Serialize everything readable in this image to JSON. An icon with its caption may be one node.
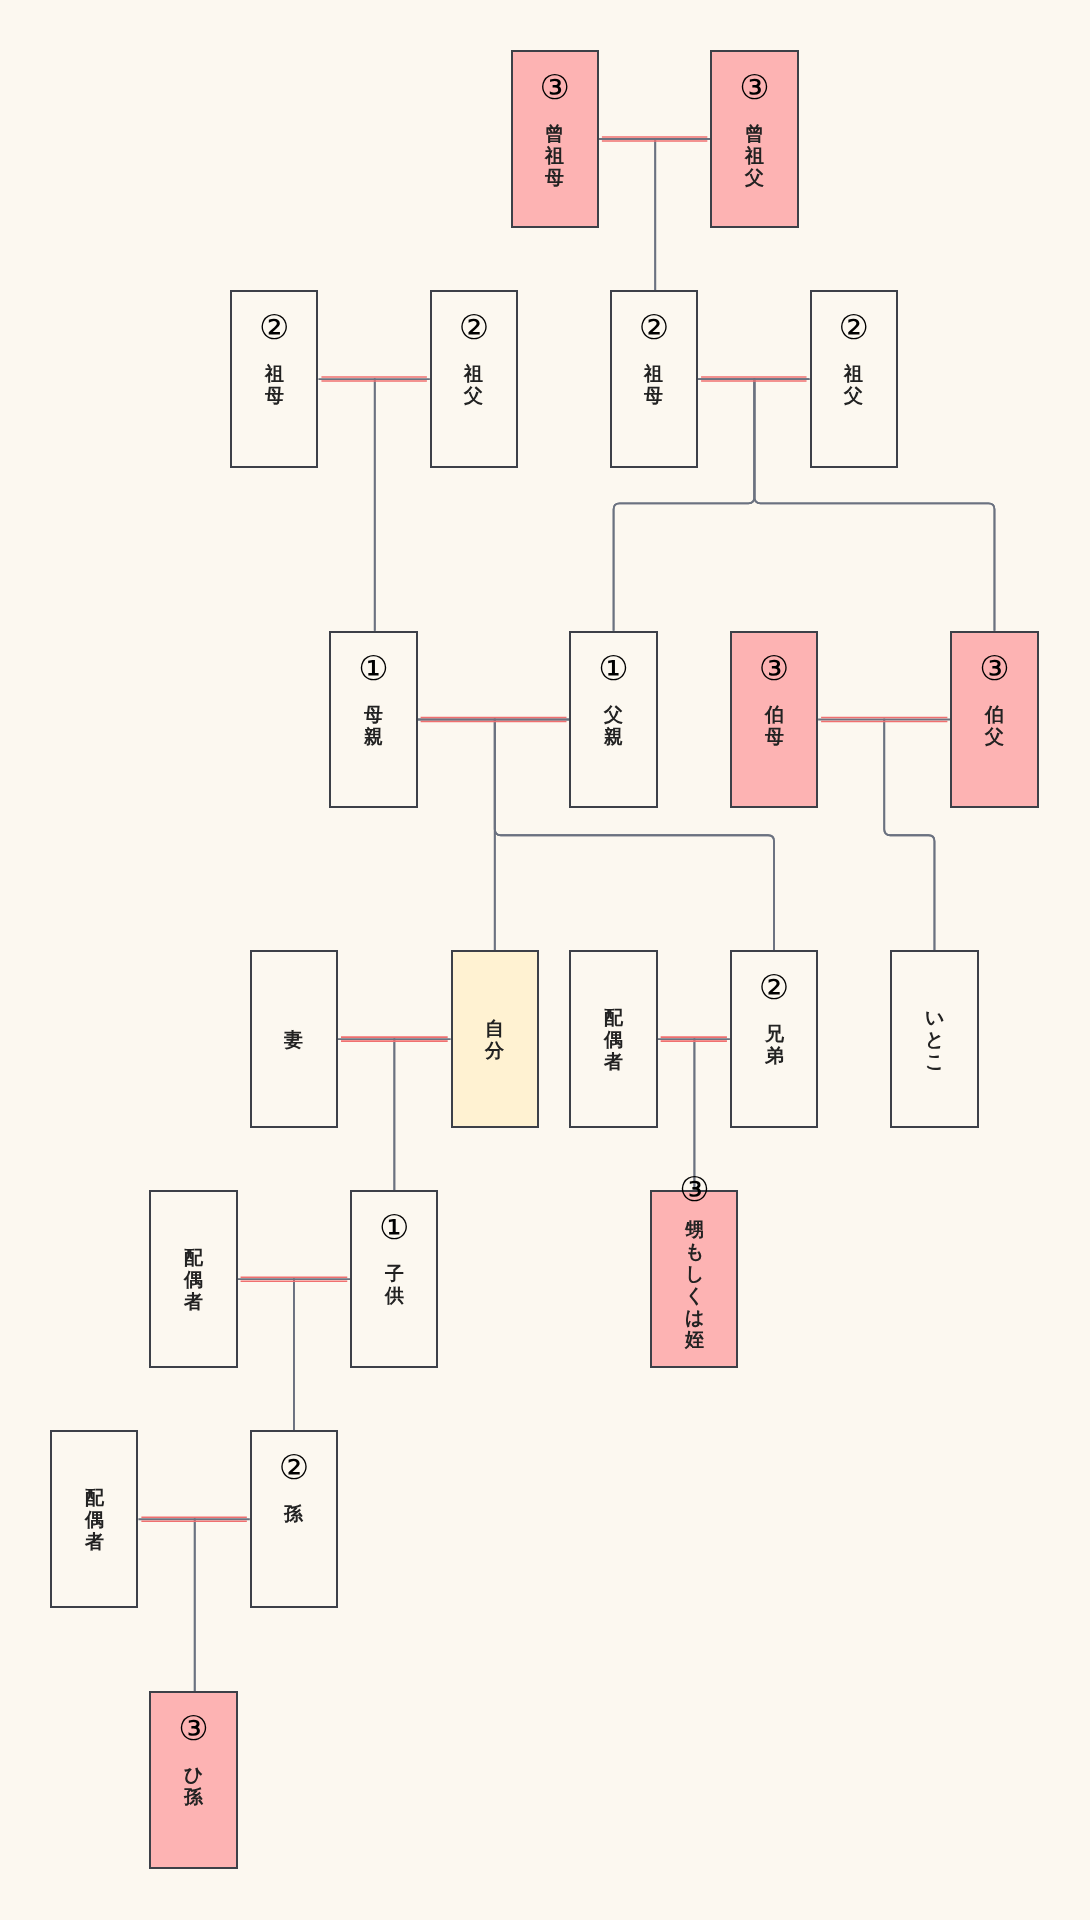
{
  "diagram": {
    "nodes": [
      {
        "text": [
          "③",
          "曾祖母"
        ]
      },
      {
        "text": [
          "③",
          "曾祖父"
        ]
      },
      {
        "text": [
          "②",
          "祖母"
        ]
      },
      {
        "text": [
          "②",
          "祖父"
        ]
      },
      {
        "text": [
          "②",
          "祖母"
        ]
      },
      {
        "text": [
          "②",
          "祖父"
        ]
      },
      {
        "text": [
          "①",
          "母親"
        ]
      },
      {
        "text": [
          "①",
          "父親"
        ]
      },
      {
        "text": [
          "③",
          "伯母"
        ]
      },
      {
        "text": [
          "③",
          "伯父"
        ]
      },
      {
        "text": [
          "妻"
        ]
      },
      {
        "text": [
          "自分"
        ]
      },
      {
        "text": [
          "配偶者"
        ]
      },
      {
        "text": [
          "②",
          "兄弟"
        ]
      },
      {
        "text": [
          "いとこ"
        ]
      },
      {
        "text": [
          "配偶者"
        ]
      },
      {
        "text": [
          "①",
          "子供"
        ]
      },
      {
        "text": [
          "③",
          "甥もしくは姪"
        ]
      },
      {
        "text": [
          "配偶者"
        ]
      },
      {
        "text": [
          "②",
          "孫"
        ]
      },
      {
        "text": [
          "③",
          "ひ孫"
        ]
      }
    ],
    "edges": [
      {
        "from": 0,
        "to": 1,
        "arrow": "none",
        "color": "#f07070"
      },
      {
        "from": 2,
        "to": 3,
        "arrow": "none",
        "color": "#f07070"
      },
      {
        "from": 4,
        "to": 5,
        "arrow": "none",
        "color": "#f07070"
      },
      {
        "from": 6,
        "to": 7,
        "arrow": "none",
        "color": "#f07070"
      },
      {
        "from": 8,
        "to": 9,
        "arrow": "none",
        "color": "#f07070"
      },
      {
        "from": 10,
        "to": 11,
        "arrow": "none",
        "color": "#f07070"
      },
      {
        "from": 12,
        "to": 13,
        "arrow": "none",
        "color": "#f07070"
      },
      {
        "from": 15,
        "to": 16,
        "arrow": "none",
        "color": "#f07070"
      },
      {
        "from": 18,
        "to": 19,
        "arrow": "none",
        "color": "#f07070"
      },
      {
        "from": 0,
        "to": 4,
        "arrow": "none"
      },
      {
        "from": 1,
        "to": 4,
        "arrow": "none"
      },
      {
        "from": 2,
        "to": 6,
        "arrow": "none"
      },
      {
        "from": 3,
        "to": 6,
        "arrow": "none"
      },
      {
        "from": 4,
        "to": 7,
        "arrow": "none"
      },
      {
        "from": 5,
        "to": 7,
        "arrow": "none"
      },
      {
        "from": 4,
        "to": 9,
        "arrow": "none"
      },
      {
        "from": 5,
        "to": 9,
        "arrow": "none"
      },
      {
        "from": 6,
        "to": 11,
        "arrow": "none"
      },
      {
        "from": 7,
        "to": 11,
        "arrow": "none"
      },
      {
        "from": 6,
        "to": 13,
        "arrow": "none"
      },
      {
        "from": 7,
        "to": 13,
        "arrow": "none"
      },
      {
        "from": 8,
        "to": 14,
        "arrow": "none"
      },
      {
        "from": 9,
        "to": 14,
        "arrow": "none"
      },
      {
        "from": 10,
        "to": 16,
        "arrow": "none"
      },
      {
        "from": 11,
        "to": 16,
        "arrow": "none"
      },
      {
        "from": 12,
        "to": 17,
        "arrow": "none"
      },
      {
        "from": 13,
        "to": 17,
        "arrow": "none"
      },
      {
        "from": 15,
        "to": 19,
        "arrow": "none"
      },
      {
        "from": 16,
        "to": 19,
        "arrow": "none"
      },
      {
        "from": 18,
        "to": 20,
        "arrow": "none"
      },
      {
        "from": 19,
        "to": 20,
        "arrow": "none"
      }
    ]
  }
}
